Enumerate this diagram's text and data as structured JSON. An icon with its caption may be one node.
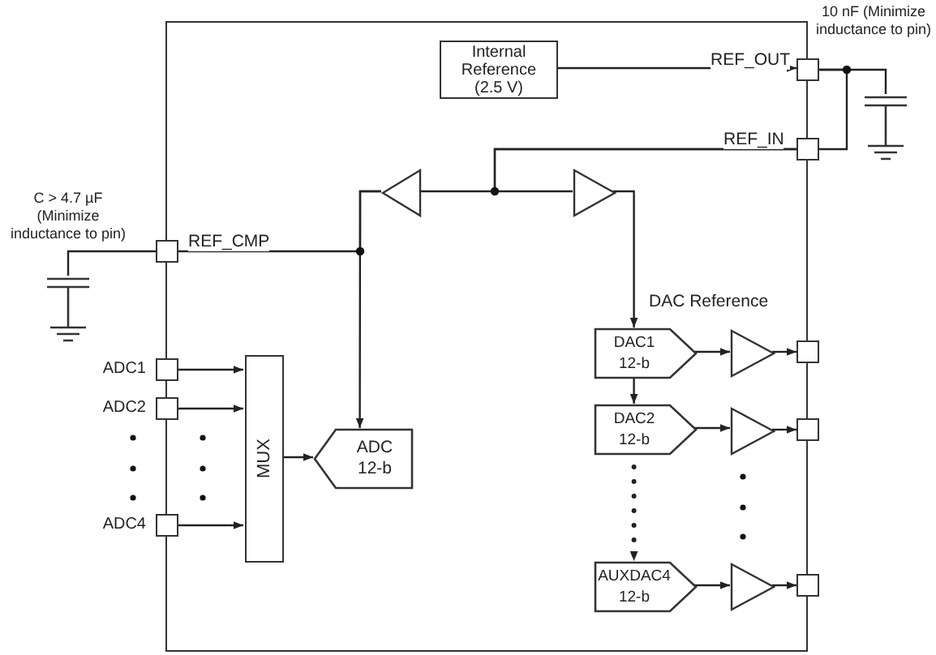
{
  "diagram": {
    "nodes": [
      {
        "text": [],
        "shape": "box"
      },
      {
        "text": [
          "Internal Reference (2.5 V)"
        ],
        "in": 0
      },
      {
        "text": [],
        "shape": "box"
      },
      {
        "text": [],
        "shape": "box"
      },
      {
        "text": [],
        "shape": "capacitor"
      },
      {
        "text": [],
        "shape": "triangle",
        "in": 0
      },
      {
        "text": [],
        "shape": "triangle",
        "in": 0
      },
      {
        "text": [],
        "shape": "box"
      },
      {
        "text": [],
        "shape": "capacitor"
      },
      {
        "text": [
          "ADC1"
        ]
      },
      {
        "text": [
          "ADC2"
        ]
      },
      {
        "text": [
          "ADC4"
        ]
      },
      {
        "text": [
          "MUX"
        ],
        "in": 0
      },
      {
        "text": [
          "ADC 12-b"
        ],
        "in": 0
      },
      {
        "text": [
          "DAC1 12-b"
        ],
        "in": 0
      },
      {
        "text": [
          "DAC2 12-b"
        ],
        "in": 0
      },
      {
        "text": [
          "AUXDAC4 12-b"
        ],
        "in": 0
      },
      {
        "text": [],
        "shape": "triangle",
        "in": 0
      },
      {
        "text": [],
        "shape": "triangle",
        "in": 0
      },
      {
        "text": [],
        "shape": "triangle",
        "in": 0
      },
      {
        "text": [],
        "shape": "box"
      },
      {
        "text": [],
        "shape": "box"
      },
      {
        "text": [],
        "shape": "box"
      }
    ],
    "edges": [
      {
        "from": 1,
        "to": 2,
        "arrow": "to",
        "label": "REF_OUT"
      },
      {
        "from": 2,
        "to": 4,
        "arrow": "none"
      },
      {
        "from": 2,
        "to": 3,
        "arrow": "none"
      },
      {
        "from": 3,
        "to": 5,
        "arrow": "none",
        "label": "REF_IN"
      },
      {
        "from": 3,
        "to": 6,
        "arrow": "none"
      },
      {
        "from": 5,
        "to": 7,
        "arrow": "none",
        "label": "REF_CMP"
      },
      {
        "from": 5,
        "to": 13,
        "arrow": "to"
      },
      {
        "from": 7,
        "to": 8,
        "arrow": "none"
      },
      {
        "from": 6,
        "to": 14,
        "arrow": "to",
        "label": "DAC Reference"
      },
      {
        "from": 9,
        "to": 12,
        "arrow": "to"
      },
      {
        "from": 10,
        "to": 12,
        "arrow": "to"
      },
      {
        "from": 11,
        "to": 12,
        "arrow": "to"
      },
      {
        "from": 12,
        "to": 13,
        "arrow": "to"
      },
      {
        "from": 14,
        "to": 15,
        "arrow": "to"
      },
      {
        "from": 15,
        "to": 16,
        "arrow": "to",
        "style": "dashed"
      },
      {
        "from": 14,
        "to": 17,
        "arrow": "to"
      },
      {
        "from": 17,
        "to": 20,
        "arrow": "to"
      },
      {
        "from": 15,
        "to": 18,
        "arrow": "to"
      },
      {
        "from": 18,
        "to": 21,
        "arrow": "to"
      },
      {
        "from": 16,
        "to": 19,
        "arrow": "to"
      },
      {
        "from": 19,
        "to": 22,
        "arrow": "to"
      }
    ],
    "labels": [
      "10 nF (Minimize inductance to pin)",
      "C > 4.7 µF (Minimize inductance to pin)"
    ]
  }
}
